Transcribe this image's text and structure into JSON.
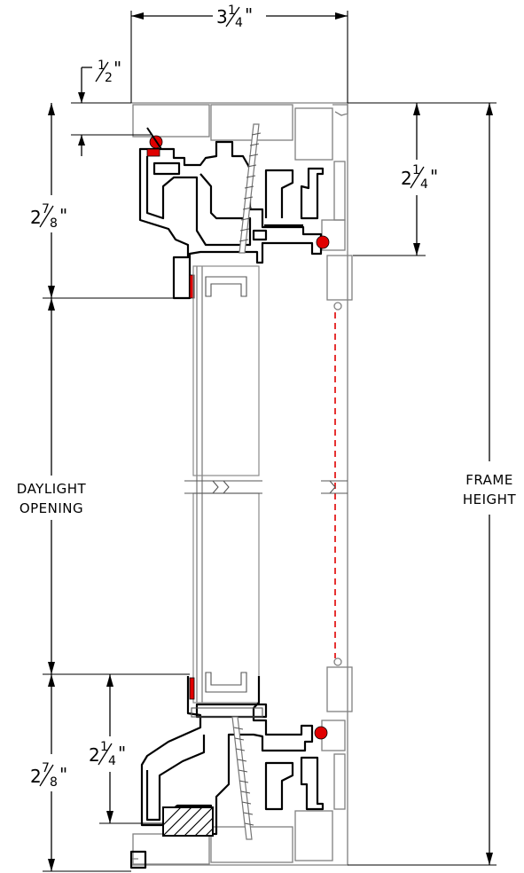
{
  "dimensions": {
    "overall_width": {
      "whole": "3",
      "numerator": "1",
      "denominator": "4",
      "unit": "\""
    },
    "offset_top": {
      "whole": "",
      "numerator": "1",
      "denominator": "2",
      "unit": "\""
    },
    "head_left": {
      "whole": "2",
      "numerator": "7",
      "denominator": "8",
      "unit": "\""
    },
    "head_right": {
      "whole": "2",
      "numerator": "1",
      "denominator": "4",
      "unit": "\""
    },
    "sill_inner": {
      "whole": "2",
      "numerator": "1",
      "denominator": "4",
      "unit": "\""
    },
    "sill_left": {
      "whole": "2",
      "numerator": "7",
      "denominator": "8",
      "unit": "\""
    }
  },
  "labels": {
    "daylight_line1": "DAYLIGHT",
    "daylight_line2": "OPENING",
    "frame_line1": "FRAME",
    "frame_line2": "HEIGHT"
  },
  "colors": {
    "line": "#000000",
    "frame_gray": "#808080",
    "seal_red": "#e00000",
    "hidden_line_red": "#e00000"
  },
  "icons": {
    "screw_top": "screw-icon",
    "screw_bottom": "screw-icon",
    "weatherstrip": "seal-bulb-icon"
  }
}
